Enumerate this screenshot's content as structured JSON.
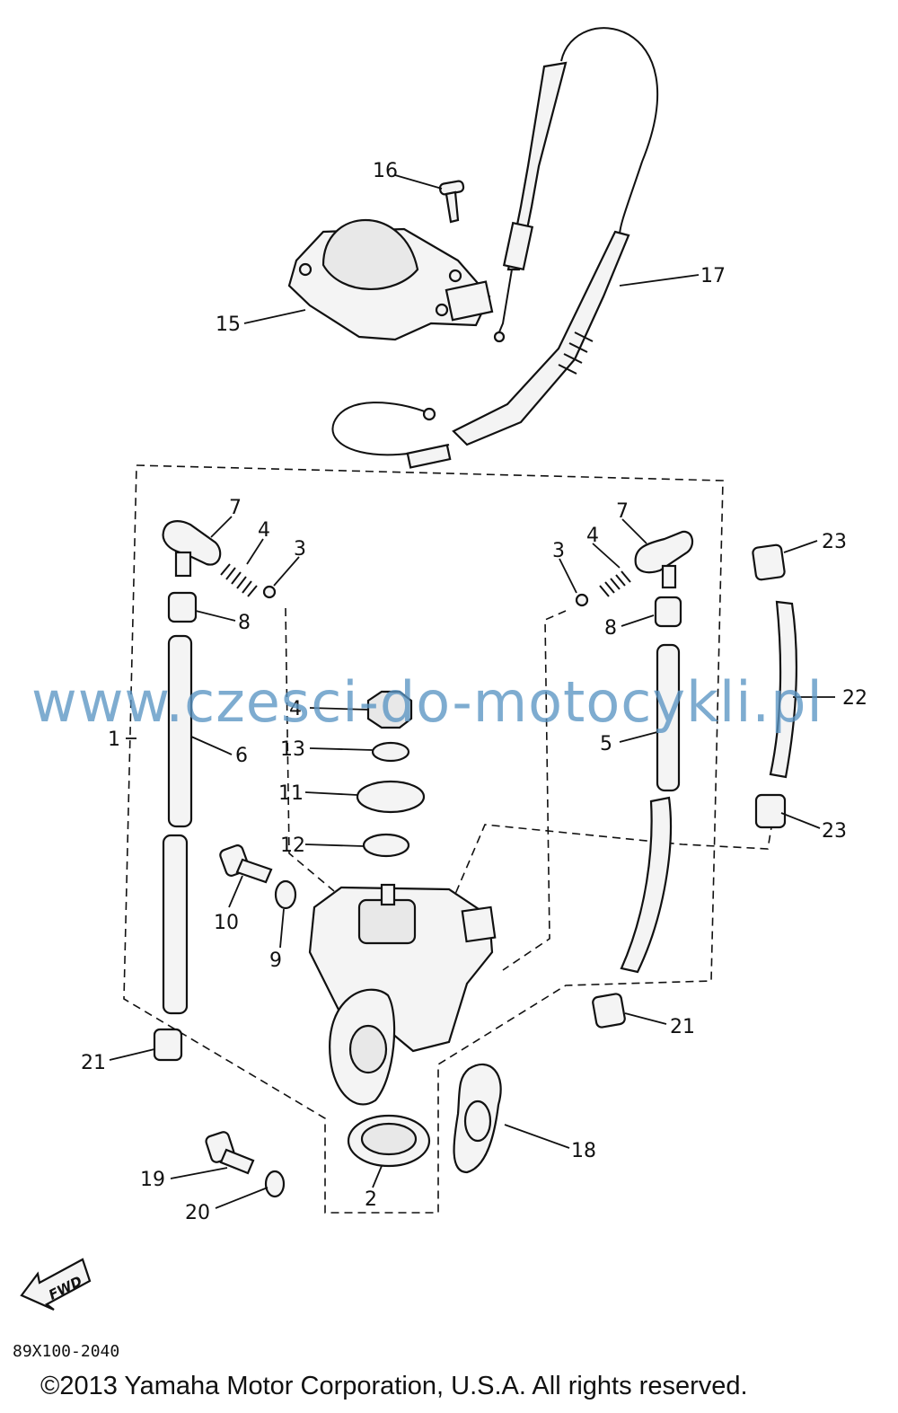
{
  "watermark": "www.czesci-do-motocykli.pl",
  "diagram_code": "89X100-2040",
  "copyright": "©2013 Yamaha Motor Corporation, U.S.A. All rights reserved.",
  "fwd_label": "FWD",
  "callouts": {
    "c1": "1",
    "c2": "2",
    "c3_left": "3",
    "c3_right": "3",
    "c4_left": "4",
    "c4_right": "4",
    "c4_center": "4",
    "c5": "5",
    "c6": "6",
    "c7_left": "7",
    "c7_right": "7",
    "c8_left": "8",
    "c8_right": "8",
    "c9": "9",
    "c10": "10",
    "c11": "11",
    "c12": "12",
    "c13": "13",
    "c15": "15",
    "c16": "16",
    "c17": "17",
    "c18": "18",
    "c19": "19",
    "c20": "20",
    "c21_left": "21",
    "c21_right": "21",
    "c22": "22",
    "c23_top": "23",
    "c23_bottom": "23"
  }
}
